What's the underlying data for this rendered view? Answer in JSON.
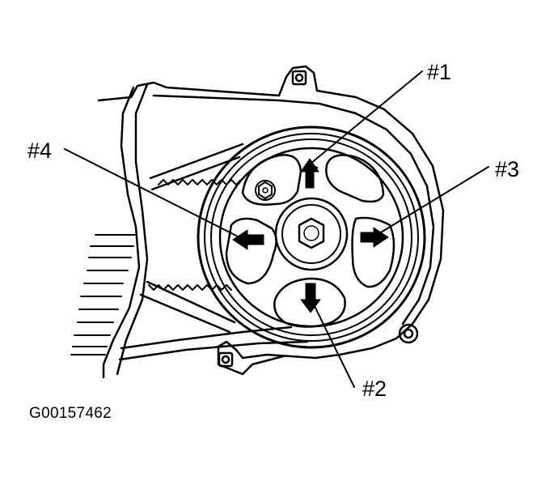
{
  "diagram": {
    "callouts": [
      {
        "id": "1",
        "label": "#1"
      },
      {
        "id": "2",
        "label": "#2"
      },
      {
        "id": "3",
        "label": "#3"
      },
      {
        "id": "4",
        "label": "#4"
      }
    ],
    "figure_id": "G00157462"
  },
  "colors": {
    "ink": "#000000",
    "paper": "#ffffff"
  }
}
